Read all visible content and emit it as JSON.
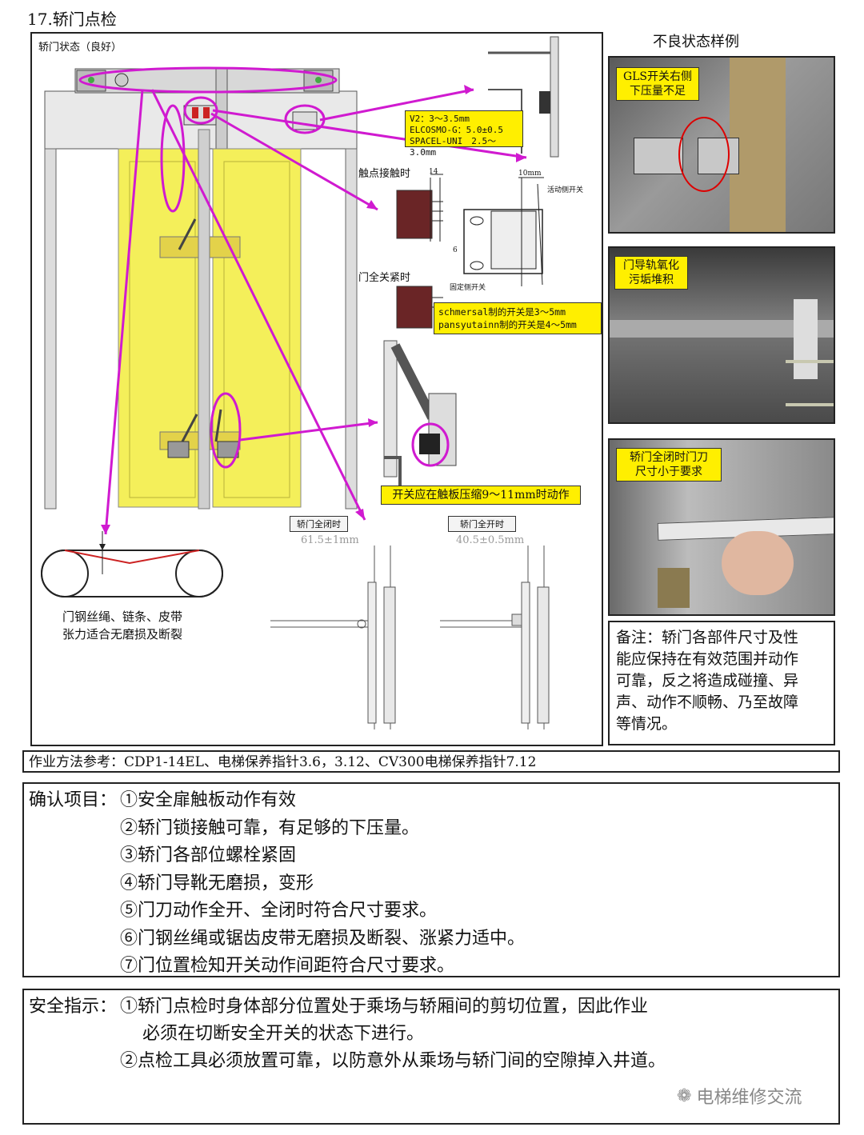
{
  "section_title": "17.轿门点检",
  "main_panel": {
    "status_label": "轿门状态（良好）",
    "spec_box": [
      "V2：3～3.5mm",
      "ELCOSMO-G：5.0±0.5",
      "SPACEL-UNI　2.5～3.0mm"
    ],
    "touch_label": "触点接触时",
    "dim_14": "14",
    "dim_10mm": "10mm",
    "moving_switch": "活动侧开关",
    "dim_6": "6",
    "full_close_label": "门全关紧时",
    "fixed_switch": "固定侧开关",
    "switch_note": [
      "schmersal制的开关是3～5mm",
      "pansyutainn制的开关是4～5mm"
    ],
    "compress_note": "开关应在触板压缩9～11mm时动作",
    "closed_tag": "轿门全闭时",
    "closed_dim": "61.5±1mm",
    "open_tag": "轿门全开时",
    "open_dim": "40.5±0.5mm",
    "rope_caption": [
      "门钢丝绳、链条、皮带",
      "张力适合无磨损及断裂"
    ]
  },
  "bad_examples": {
    "title": "不良状态样例",
    "photo1_label": [
      "GLS开关右侧",
      "下压量不足"
    ],
    "photo2_label": [
      "门导轨氧化",
      "污垢堆积"
    ],
    "photo3_label": [
      "轿门全闭时门刀",
      "尺寸小于要求"
    ]
  },
  "remark": [
    "备注：轿门各部件尺寸及性",
    "能应保持在有效范围并动作",
    "可靠，反之将造成碰撞、异",
    "声、动作不顺畅、乃至故障",
    "等情况。"
  ],
  "method_ref": "作业方法参考：CDP1-14EL、电梯保养指针3.6，3.12、CV300电梯保养指针7.12",
  "confirm_items": {
    "label": "确认项目：",
    "items": [
      "①安全扉触板动作有效",
      "②轿门锁接触可靠，有足够的下压量。",
      "③轿门各部位螺栓紧固",
      "④轿门导靴无磨损，变形",
      "⑤门刀动作全开、全闭时符合尺寸要求。",
      "⑥门钢丝绳或锯齿皮带无磨损及断裂、涨紧力适中。",
      "⑦门位置检知开关动作间距符合尺寸要求。"
    ]
  },
  "safety": {
    "label": "安全指示：",
    "lines": [
      "①轿门点检时身体部分位置处于乘场与轿厢间的剪切位置，因此作业",
      "必须在切断安全开关的状态下进行。",
      "②点检工具必须放置可靠，以防意外从乘场与轿门间的空隙掉入井道。"
    ]
  },
  "watermark": "电梯维修交流"
}
